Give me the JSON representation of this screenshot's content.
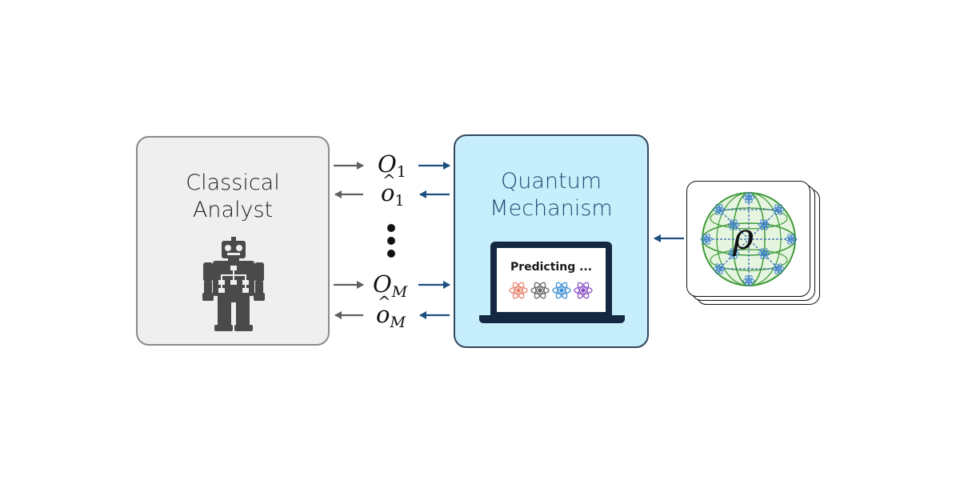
{
  "analyst": {
    "line1": "Classical",
    "line2": "Analyst"
  },
  "mechanism": {
    "line1": "Quantum",
    "line2": "Mechanism",
    "screen_text": "Predicting ..."
  },
  "queries": [
    {
      "symbol": "O",
      "sub": "1"
    },
    {
      "symbol": "o",
      "sub": "1",
      "hat": true
    },
    {
      "symbol": "O",
      "sub": "M"
    },
    {
      "symbol": "o",
      "sub": "M",
      "hat": true
    }
  ],
  "state": {
    "symbol": "ρ"
  },
  "colors": {
    "analyst_fill": "#efefef",
    "analyst_border": "#8a8a8a",
    "mechanism_fill": "#c7eefb",
    "mechanism_border": "#33475e",
    "mechanism_text": "#1f4a72",
    "analyst_arrow": "#5f5f5f",
    "mechanism_arrow": "#1d4f80",
    "sphere_green": "#3f9a36",
    "atom_colors": [
      "#e8836f",
      "#666666",
      "#3d8fd6",
      "#8a4fc4"
    ]
  },
  "icons": [
    "robot-icon",
    "laptop-icon",
    "atom-icon",
    "bloch-sphere-icon",
    "ellipsis-icon"
  ]
}
